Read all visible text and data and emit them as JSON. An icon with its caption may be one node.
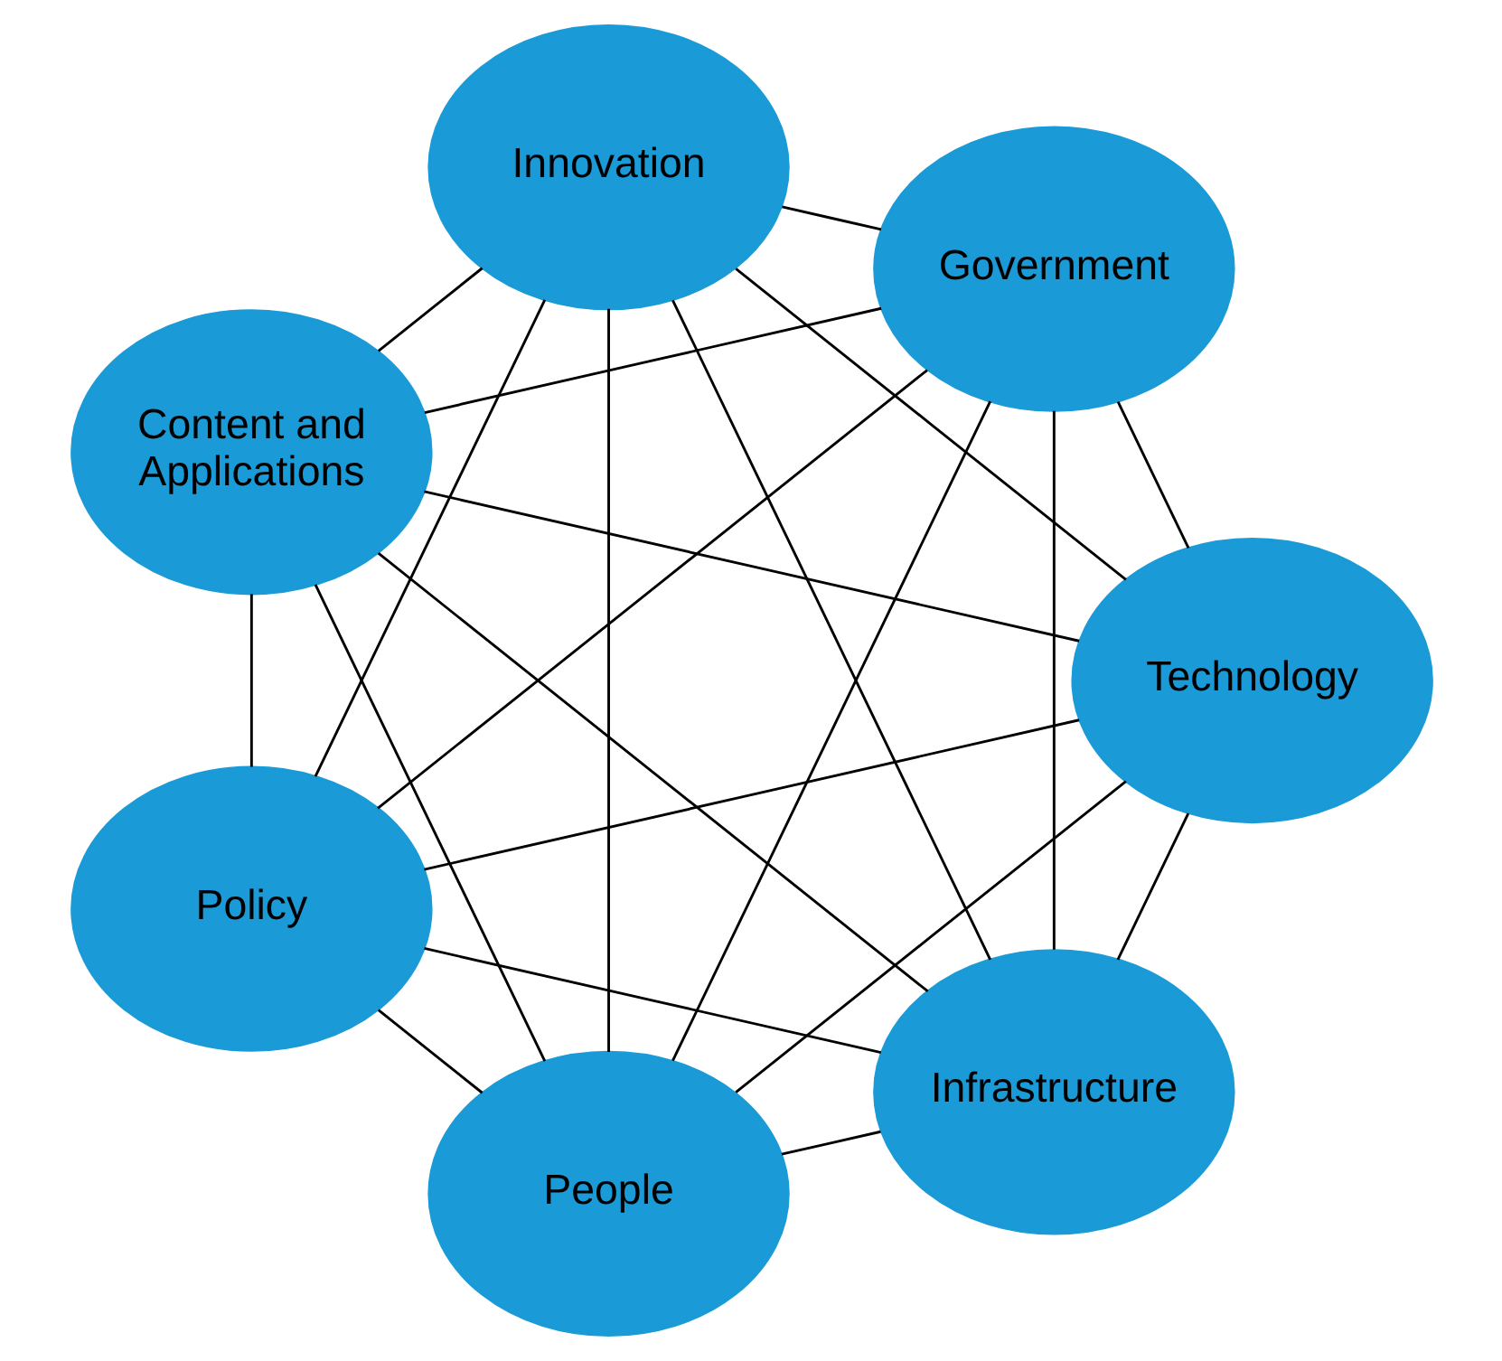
{
  "diagram": {
    "nodes": [
      {
        "text": [
          "Infrastructure"
        ]
      },
      {
        "text": [
          "Technology"
        ]
      },
      {
        "text": [
          "Policy"
        ]
      },
      {
        "text": [
          "Content and Applications"
        ]
      },
      {
        "text": [
          "Innovation"
        ]
      },
      {
        "text": [
          "Government"
        ]
      },
      {
        "text": [
          "People"
        ]
      }
    ],
    "edges": [
      {
        "from": 0,
        "to": 1,
        "arrow": "none"
      },
      {
        "from": 0,
        "to": 2,
        "arrow": "none"
      },
      {
        "from": 0,
        "to": 3,
        "arrow": "none"
      },
      {
        "from": 0,
        "to": 4,
        "arrow": "none"
      },
      {
        "from": 0,
        "to": 5,
        "arrow": "none"
      },
      {
        "from": 0,
        "to": 6,
        "arrow": "none"
      },
      {
        "from": 1,
        "to": 2,
        "arrow": "none"
      },
      {
        "from": 1,
        "to": 3,
        "arrow": "none"
      },
      {
        "from": 1,
        "to": 4,
        "arrow": "none"
      },
      {
        "from": 1,
        "to": 5,
        "arrow": "none"
      },
      {
        "from": 1,
        "to": 6,
        "arrow": "none"
      },
      {
        "from": 2,
        "to": 3,
        "arrow": "none"
      },
      {
        "from": 2,
        "to": 4,
        "arrow": "none"
      },
      {
        "from": 2,
        "to": 5,
        "arrow": "none"
      },
      {
        "from": 2,
        "to": 6,
        "arrow": "none"
      },
      {
        "from": 3,
        "to": 4,
        "arrow": "none"
      },
      {
        "from": 3,
        "to": 5,
        "arrow": "none"
      },
      {
        "from": 3,
        "to": 6,
        "arrow": "none"
      },
      {
        "from": 4,
        "to": 5,
        "arrow": "none"
      },
      {
        "from": 4,
        "to": 6,
        "arrow": "none"
      },
      {
        "from": 5,
        "to": 6,
        "arrow": "none"
      }
    ]
  }
}
